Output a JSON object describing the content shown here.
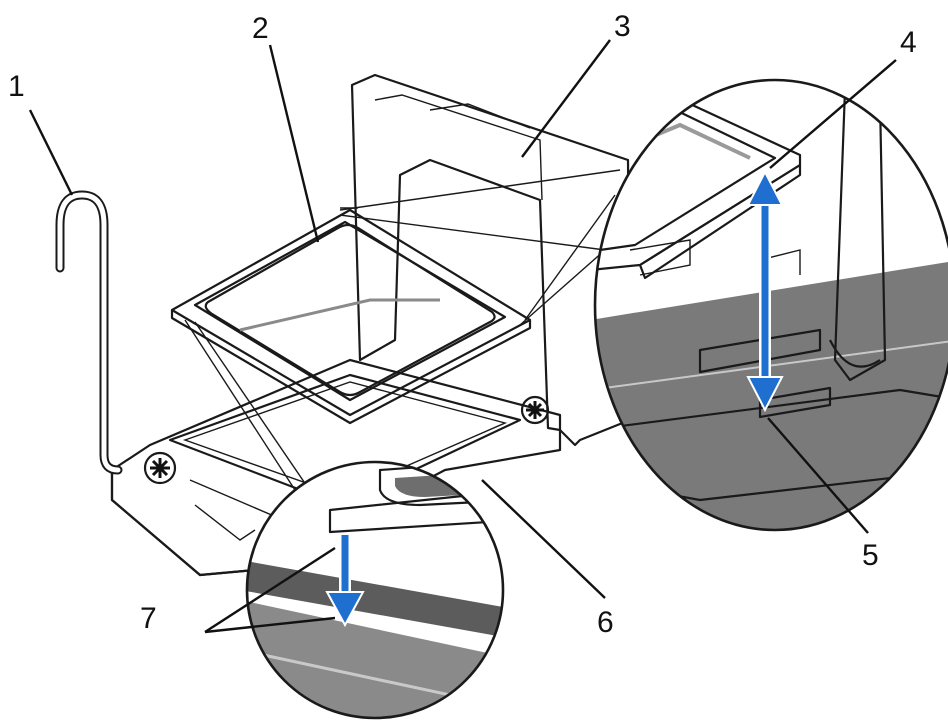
{
  "callouts": [
    {
      "id": "1",
      "label": "1"
    },
    {
      "id": "2",
      "label": "2"
    },
    {
      "id": "3",
      "label": "3"
    },
    {
      "id": "4",
      "label": "4"
    },
    {
      "id": "5",
      "label": "5"
    },
    {
      "id": "6",
      "label": "6"
    },
    {
      "id": "7",
      "label": "7"
    }
  ],
  "colors": {
    "arrow_blue": "#1f6fd0",
    "cpu_dark": "#6e6e6e",
    "socket_gray": "#bdbdbd",
    "line": "#1a1a1a"
  },
  "icons": [
    "double-arrow-icon",
    "down-arrow-icon",
    "screw-icon"
  ]
}
